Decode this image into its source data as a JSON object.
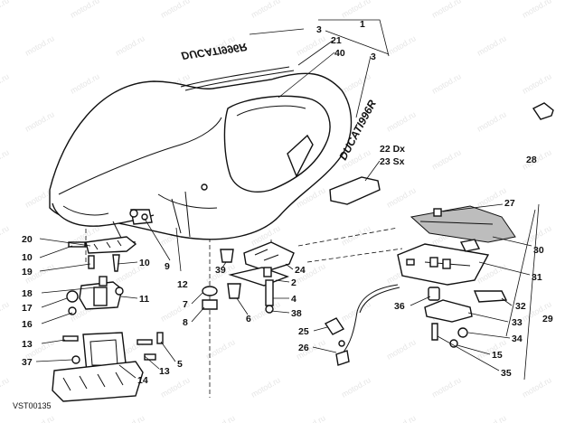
{
  "figure_code": "VST00135",
  "brand_labels": [
    "DUCATI996R",
    "DUCATI996R"
  ],
  "watermark": "motod.ru",
  "colors": {
    "ink": "#111111",
    "watermark": "#e6e6e6",
    "background": "#ffffff"
  },
  "callouts": [
    {
      "id": "c1",
      "text": "1"
    },
    {
      "id": "c3a",
      "text": "3"
    },
    {
      "id": "c21",
      "text": "21"
    },
    {
      "id": "c40",
      "text": "40"
    },
    {
      "id": "c3b",
      "text": "3"
    },
    {
      "id": "c22",
      "text": "22 Dx"
    },
    {
      "id": "c23",
      "text": "23 Sx"
    },
    {
      "id": "c28",
      "text": "28"
    },
    {
      "id": "c27",
      "text": "27"
    },
    {
      "id": "c30",
      "text": "30"
    },
    {
      "id": "c31",
      "text": "31"
    },
    {
      "id": "c32",
      "text": "32"
    },
    {
      "id": "c29",
      "text": "29"
    },
    {
      "id": "c33",
      "text": "33"
    },
    {
      "id": "c34",
      "text": "34"
    },
    {
      "id": "c15",
      "text": "15"
    },
    {
      "id": "c35",
      "text": "35"
    },
    {
      "id": "c36",
      "text": "36"
    },
    {
      "id": "c25",
      "text": "25"
    },
    {
      "id": "c26",
      "text": "26"
    },
    {
      "id": "c24",
      "text": "24"
    },
    {
      "id": "c2",
      "text": "2"
    },
    {
      "id": "c4",
      "text": "4"
    },
    {
      "id": "c38",
      "text": "38"
    },
    {
      "id": "c39",
      "text": "39"
    },
    {
      "id": "c7",
      "text": "7"
    },
    {
      "id": "c8",
      "text": "8"
    },
    {
      "id": "c6",
      "text": "6"
    },
    {
      "id": "c20",
      "text": "20"
    },
    {
      "id": "c10a",
      "text": "10"
    },
    {
      "id": "c19",
      "text": "19"
    },
    {
      "id": "c10b",
      "text": "10"
    },
    {
      "id": "c9",
      "text": "9"
    },
    {
      "id": "c12",
      "text": "12"
    },
    {
      "id": "c18",
      "text": "18"
    },
    {
      "id": "c11",
      "text": "11"
    },
    {
      "id": "c17",
      "text": "17"
    },
    {
      "id": "c16",
      "text": "16"
    },
    {
      "id": "c13a",
      "text": "13"
    },
    {
      "id": "c37",
      "text": "37"
    },
    {
      "id": "c14",
      "text": "14"
    },
    {
      "id": "c13b",
      "text": "13"
    },
    {
      "id": "c5",
      "text": "5"
    }
  ]
}
